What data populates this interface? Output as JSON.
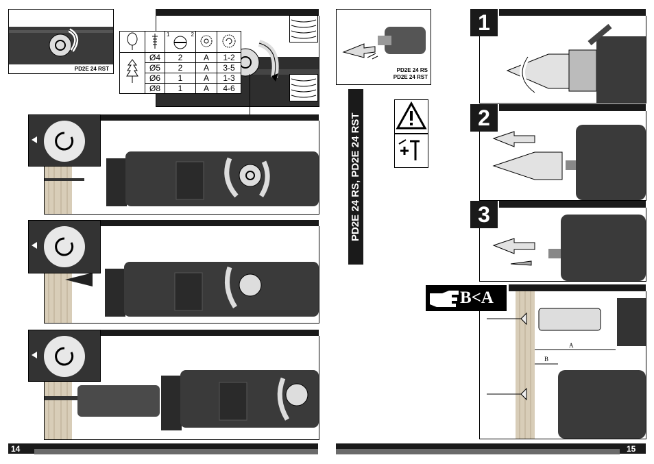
{
  "left_page": {
    "page_number": "14",
    "top_thumb_model": "PD2E 24 RST",
    "spec_table": {
      "header_marks": [
        "1",
        "2"
      ],
      "rows": [
        {
          "dia": "Ø4",
          "gear": "2",
          "mode": "A",
          "setting": "1-2"
        },
        {
          "dia": "Ø5",
          "gear": "2",
          "mode": "A",
          "setting": "3-5"
        },
        {
          "dia": "Ø6",
          "gear": "1",
          "mode": "A",
          "setting": "1-3"
        },
        {
          "dia": "Ø8",
          "gear": "1",
          "mode": "A",
          "setting": "4-6"
        }
      ]
    }
  },
  "right_page": {
    "page_number": "15",
    "bit_thumb_models": [
      "PD2E 24 RS",
      "PD2E 24 RST"
    ],
    "vertical_title": "PD2E 24 RS, PD2E 24 RST",
    "steps": [
      "1",
      "2",
      "3"
    ],
    "rule_label": "B<A",
    "dim_a": "A",
    "dim_b": "B"
  },
  "colors": {
    "dark": "#1a1a1a",
    "tool_body": "#3a3a3a",
    "wood": "#d8cdb8",
    "band_gray": "#6b6b6b"
  },
  "icons": [
    "dial-icon",
    "rotate-arrow-icon",
    "warning-triangle-icon",
    "unplug-icon",
    "pointing-hand-icon",
    "wood-grain-icon"
  ]
}
